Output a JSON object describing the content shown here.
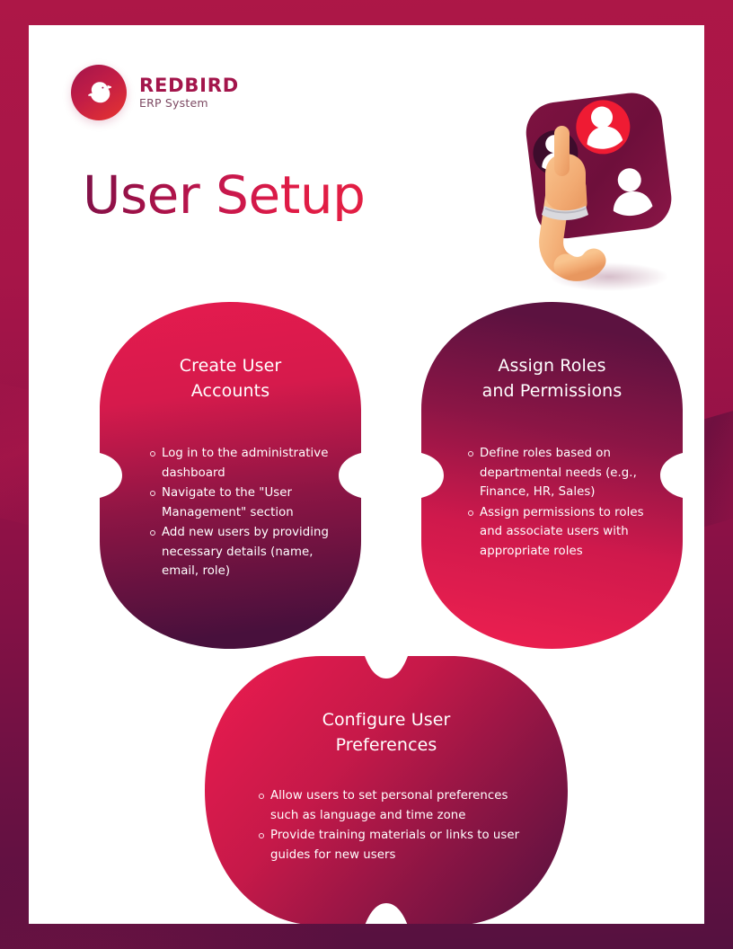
{
  "brand": {
    "logo_icon": "redbird-logo-icon",
    "name": "REDBIRD",
    "subtitle": "ERP System"
  },
  "title": "User Setup",
  "hero": {
    "icon": "user-management-illustration",
    "alt": "Hand pointing at a panel of user avatars"
  },
  "colors": {
    "border_top": "#ad1747",
    "border_bottom": "#551140",
    "brand_crimson": "#a3154b",
    "accent_red": "#e8352f",
    "card_crimson": "#e01a4c",
    "card_purple": "#4d1140",
    "page_white": "#ffffff"
  },
  "cards": [
    {
      "id": "create-user-accounts",
      "heading": "Create User\nAccounts",
      "heading_lines": [
        "Create User",
        "Accounts"
      ],
      "bullets": [
        "Log in to the administrative dashboard",
        "Navigate to the \"User Management\" section",
        "Add new users by providing necessary details (name, email, role)"
      ]
    },
    {
      "id": "assign-roles-and-permissions",
      "heading": "Assign Roles\nand Permissions",
      "heading_lines": [
        "Assign Roles",
        "and Permissions"
      ],
      "bullets": [
        "Define roles based on departmental needs (e.g., Finance, HR, Sales)",
        "Assign permissions to roles and associate users with appropriate roles"
      ]
    },
    {
      "id": "configure-user-preferences",
      "heading": "Configure User\nPreferences",
      "heading_lines": [
        "Configure User",
        "Preferences"
      ],
      "bullets": [
        "Allow users to set personal preferences such as language and time zone",
        "Provide training materials or links to user guides for new users"
      ]
    }
  ]
}
